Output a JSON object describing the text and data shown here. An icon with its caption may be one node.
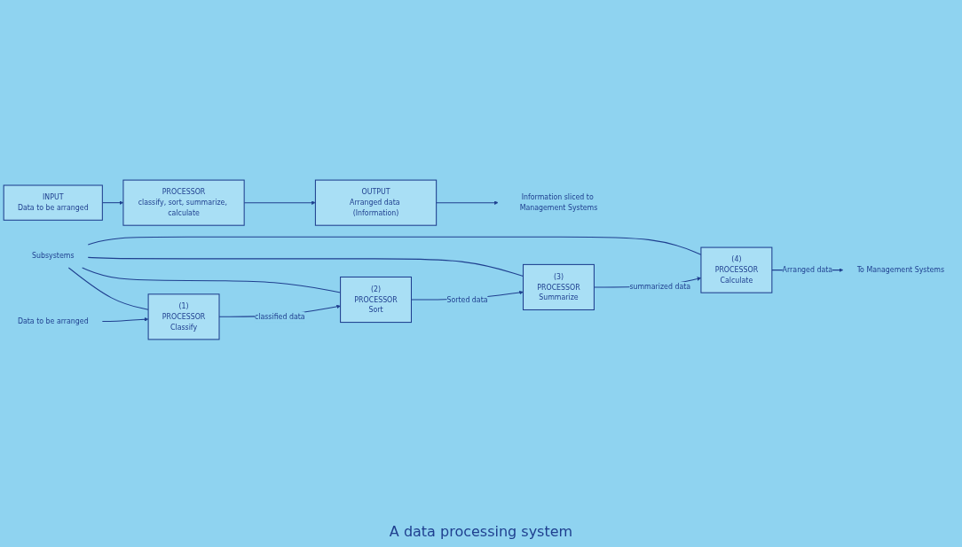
{
  "diagram": {
    "caption": "A data processing system",
    "nodes": [
      {
        "text": [
          "INPUT",
          "Data to be arranged"
        ]
      },
      {
        "text": [
          "PROCESSOR",
          "classify, sort, summarize, calculate"
        ]
      },
      {
        "text": [
          "OUTPUT",
          "Arranged data (Information)"
        ]
      },
      {
        "text": [
          "Information sliced to Management Systems"
        ]
      },
      {
        "text": [
          "Subsystems"
        ]
      },
      {
        "text": [
          "Data to be arranged"
        ]
      },
      {
        "text": [
          "(1)",
          "PROCESSOR",
          "Classify"
        ]
      },
      {
        "text": [
          "(2)",
          "PROCESSOR",
          "Sort"
        ]
      },
      {
        "text": [
          "(3)",
          "PROCESSOR",
          "Summarize"
        ]
      },
      {
        "text": [
          "(4)",
          "PROCESSOR",
          "Calculate"
        ]
      },
      {
        "text": [
          "To Management Systems"
        ]
      }
    ],
    "edges": [
      {
        "from": 0,
        "to": 1,
        "arrow": "to"
      },
      {
        "from": 1,
        "to": 2,
        "arrow": "to"
      },
      {
        "from": 2,
        "to": 3,
        "arrow": "to"
      },
      {
        "from": 4,
        "to": 6,
        "arrow": "none"
      },
      {
        "from": 4,
        "to": 7,
        "arrow": "none"
      },
      {
        "from": 4,
        "to": 8,
        "arrow": "none"
      },
      {
        "from": 4,
        "to": 9,
        "arrow": "none"
      },
      {
        "from": 5,
        "to": 6,
        "arrow": "to"
      },
      {
        "from": 6,
        "to": 7,
        "label": "classified data",
        "arrow": "to"
      },
      {
        "from": 7,
        "to": 8,
        "label": "Sorted data",
        "arrow": "to"
      },
      {
        "from": 8,
        "to": 9,
        "label": "summarized data",
        "arrow": "to"
      },
      {
        "from": 9,
        "to": 10,
        "label": "Arranged data",
        "arrow": "to"
      }
    ]
  }
}
